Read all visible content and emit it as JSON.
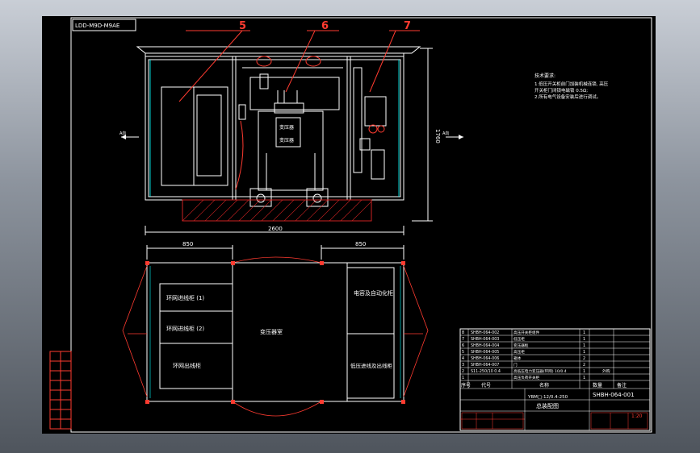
{
  "drawing": {
    "stamp": "LDD-M9D-M9AE",
    "callouts": [
      "5",
      "6",
      "7"
    ],
    "front_view": {
      "transformer_label_1": "变压器",
      "transformer_label_2": "变压器",
      "dim_width": "2600",
      "dim_height": "1760",
      "section_mark": "A向"
    },
    "plan_view": {
      "dim_left": "850",
      "dim_right": "850",
      "cabinets_left": [
        "环网进线柜 (1)",
        "环网进线柜 (2)",
        "环网出线柜"
      ],
      "center_room": "变压器室",
      "cabinets_right": [
        "电容及自动化柜",
        "低压进线及出线柜"
      ]
    },
    "notes": {
      "heading": "技术要求:",
      "lines": [
        "1.低压开关柜前门加装机械连锁, 高压",
        "  开关柜门闭锁电磁锁 0.5Ω;",
        "2.所有电气设备安装后进行调试。"
      ]
    },
    "title_block": {
      "rows": [
        {
          "no": "8",
          "code": "SHBH-064-002",
          "name": "高压开关柜组件",
          "qty": "1",
          "remark": ""
        },
        {
          "no": "7",
          "code": "SHBH-064-003",
          "name": "低压柜",
          "qty": "1",
          "remark": ""
        },
        {
          "no": "6",
          "code": "SHBH-064-004",
          "name": "变压器框",
          "qty": "1",
          "remark": ""
        },
        {
          "no": "5",
          "code": "SHBH-064-005",
          "name": "高压柜",
          "qty": "1",
          "remark": ""
        },
        {
          "no": "4",
          "code": "SHBH-064-006",
          "name": "箱体",
          "qty": "2",
          "remark": ""
        },
        {
          "no": "3",
          "code": "SHBH-064-007",
          "name": "门",
          "qty": "2",
          "remark": ""
        },
        {
          "no": "2",
          "code": "S11-250/10 0.4",
          "name": "高低压电力变压器(环网) 10/0.4",
          "qty": "1",
          "remark": "外购"
        },
        {
          "no": "1",
          "code": "",
          "name": "高压负荷开关柜",
          "qty": "1",
          "remark": ""
        }
      ],
      "header": {
        "no": "序号",
        "code": "代号",
        "name": "名称",
        "qty": "数量",
        "remark": "备注"
      },
      "drawing_no": "SHBH-064-001",
      "product": "YBM□-12/0.4-250",
      "drawing_title": "总装配图",
      "scale": "1:20"
    }
  },
  "colors": {
    "outline": "#ffffff",
    "red": "#ff3b30",
    "cyan": "#00ffff",
    "yellow": "#ffff33",
    "green": "#2aff2a",
    "magenta": "#ff33ff",
    "hatch": "#cc2222"
  }
}
